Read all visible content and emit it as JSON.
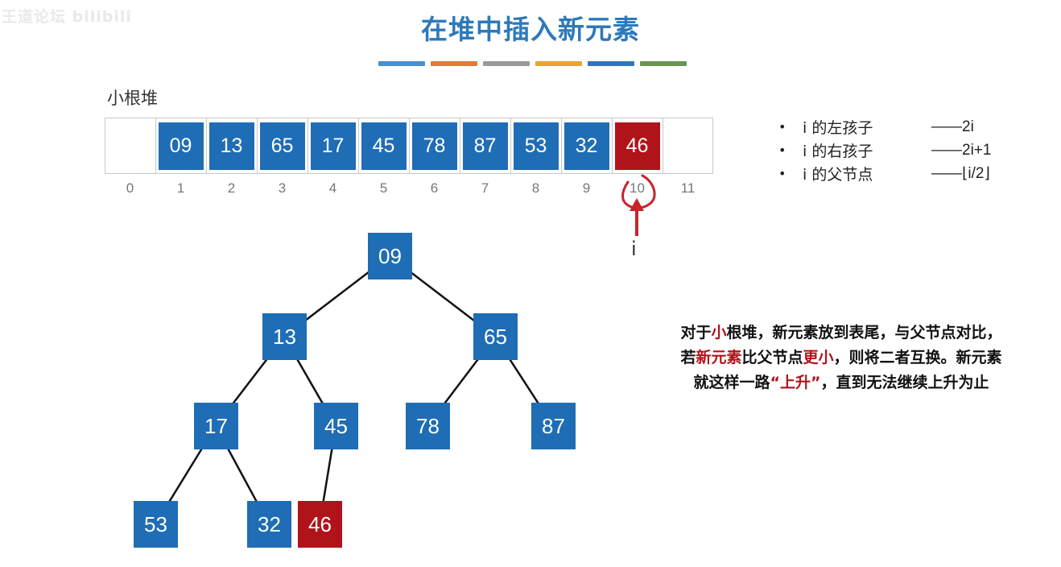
{
  "watermark": "王道论坛 bilibili",
  "title": "在堆中插入新元素",
  "accent_colors": [
    "#4a8fcf",
    "#df7a3a",
    "#9a9a9a",
    "#e9a533",
    "#3276b8",
    "#6a9550"
  ],
  "heap_label": "小根堆",
  "colors": {
    "node": "#1f6db4",
    "highlight": "#b0141b",
    "text_highlight": "#b0141b"
  },
  "array": {
    "cells": [
      {
        "index": "0",
        "value": ""
      },
      {
        "index": "1",
        "value": "09"
      },
      {
        "index": "2",
        "value": "13"
      },
      {
        "index": "3",
        "value": "65"
      },
      {
        "index": "4",
        "value": "17"
      },
      {
        "index": "5",
        "value": "45"
      },
      {
        "index": "6",
        "value": "78"
      },
      {
        "index": "7",
        "value": "87"
      },
      {
        "index": "8",
        "value": "53"
      },
      {
        "index": "9",
        "value": "32"
      },
      {
        "index": "10",
        "value": "46",
        "highlight": true
      },
      {
        "index": "11",
        "value": ""
      }
    ]
  },
  "pointer": {
    "label": "i",
    "target_index": 10
  },
  "rules": [
    {
      "label": "i 的左孩子",
      "formula": "——2i"
    },
    {
      "label": "i 的右孩子",
      "formula": "——2i+1"
    },
    {
      "label": "i 的父节点",
      "formula": "——⌊i/2⌋"
    }
  ],
  "note": {
    "line1_a": "对于",
    "line1_b": "小",
    "line1_c": "根堆，新元素放到表尾，与父节点对比，",
    "line2_a": "若",
    "line2_b": "新元素",
    "line2_c": "比父节点",
    "line2_d": "更小",
    "line2_e": "，则将二者互换。新元素",
    "line3_a": "就这样一路",
    "line3_b": "“上升”",
    "line3_c": "，直到无法继续上升为止"
  },
  "tree": {
    "nodes": [
      {
        "id": 1,
        "value": "09"
      },
      {
        "id": 2,
        "value": "13"
      },
      {
        "id": 3,
        "value": "65"
      },
      {
        "id": 4,
        "value": "17"
      },
      {
        "id": 5,
        "value": "45"
      },
      {
        "id": 6,
        "value": "78"
      },
      {
        "id": 7,
        "value": "87"
      },
      {
        "id": 8,
        "value": "53"
      },
      {
        "id": 9,
        "value": "32"
      },
      {
        "id": 10,
        "value": "46",
        "highlight": true
      }
    ],
    "edges": [
      [
        1,
        2
      ],
      [
        1,
        3
      ],
      [
        2,
        4
      ],
      [
        2,
        5
      ],
      [
        3,
        6
      ],
      [
        3,
        7
      ],
      [
        4,
        8
      ],
      [
        4,
        9
      ],
      [
        5,
        10
      ]
    ]
  }
}
